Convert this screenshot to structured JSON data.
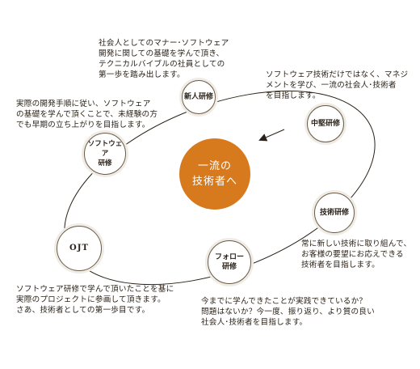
{
  "center": {
    "lines": [
      "一流の",
      "技術者へ"
    ]
  },
  "nodes": [
    {
      "id": "shinjin",
      "lines": [
        "新人研修"
      ]
    },
    {
      "id": "software",
      "lines": [
        "ソフトウェア",
        "研修"
      ]
    },
    {
      "id": "ojt",
      "lines": [
        "OJT"
      ]
    },
    {
      "id": "follow",
      "lines": [
        "フォロー",
        "研修"
      ]
    },
    {
      "id": "gijutsu",
      "lines": [
        "技術研修"
      ]
    },
    {
      "id": "chuken",
      "lines": [
        "中堅研修"
      ]
    }
  ],
  "descriptions": {
    "shinjin": [
      "社会人としてのマナー･ソフトウェア",
      "開発に関しての基礎を学んで頂き、",
      "テクニカルバイブルの社員としての",
      "第一歩を踏み出します。"
    ],
    "software": [
      "実際の開発手順に従い、ソフトウェア",
      "の基礎を学んで頂くことで、未経験の方",
      "でも早期の立ち上がりを目指します。"
    ],
    "chuken": [
      "ソフトウェア技術だけではなく、マネジ",
      "メントを学び、一流の社会人･技術者",
      "を目指します。"
    ],
    "gijutsu": [
      "常に新しい技術に取り組んで、",
      "お客様の要望にお応えできる",
      "技術者を目指します。"
    ],
    "ojt": [
      "ソフトウェア研修で学んで頂いたことを基に",
      "実際のプロジェクトに参画して頂きます。",
      "さあ、技術者としての第一歩目です。"
    ],
    "follow": [
      "今までに学んできたことが実践できているか？",
      "問題はないか？今一度、振り返り、より質の良い",
      "社会人･技術者を目指します。"
    ]
  }
}
